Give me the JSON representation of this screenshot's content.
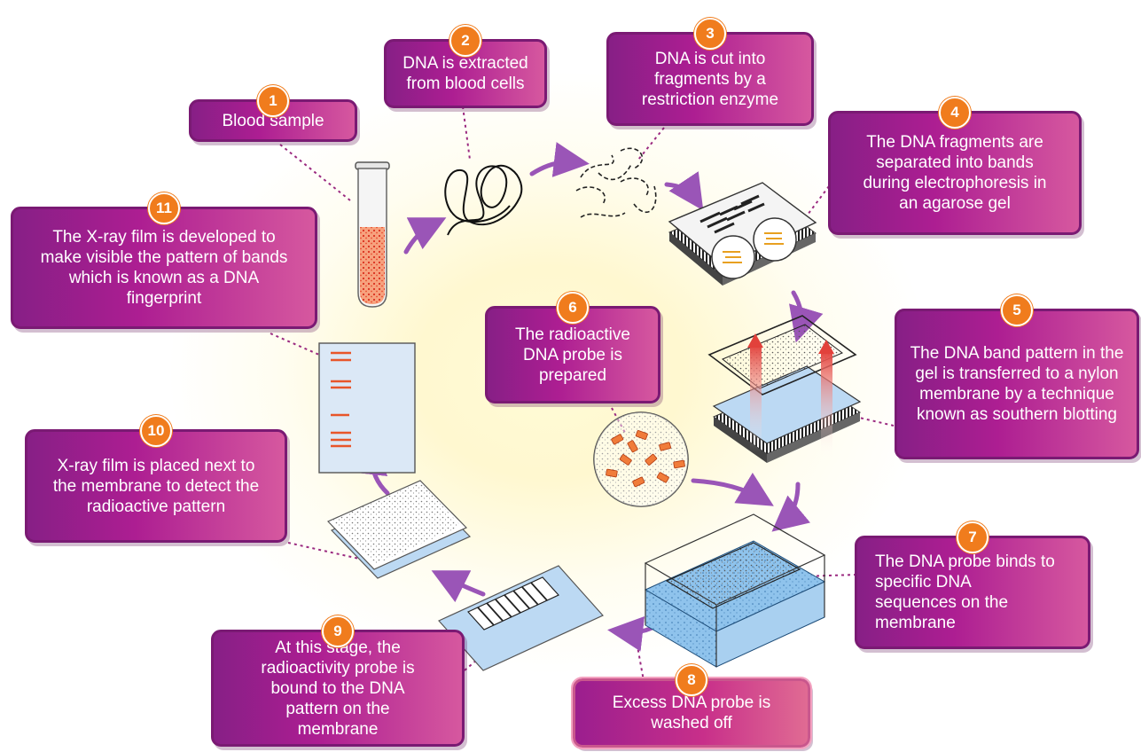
{
  "steps": [
    {
      "number": "1",
      "text": "Blood sample"
    },
    {
      "number": "2",
      "text": "DNA is extracted from blood cells"
    },
    {
      "number": "3",
      "text": "DNA is cut into fragments by a restriction enzyme"
    },
    {
      "number": "4",
      "text": "The DNA fragments are separated into bands during electrophoresis in an agarose gel"
    },
    {
      "number": "5",
      "text": "The DNA band pattern in the gel is transferred to a nylon membrane by a technique known as southern blotting"
    },
    {
      "number": "6",
      "text": "The radioactive DNA probe is prepared"
    },
    {
      "number": "7",
      "text": "The DNA probe binds to specific DNA sequences on the membrane"
    },
    {
      "number": "8",
      "text": "Excess DNA probe is washed off"
    },
    {
      "number": "9",
      "text": "At this stage, the radioactivity probe is bound to the DNA pattern on the membrane"
    },
    {
      "number": "10",
      "text": "X-ray film is placed next to the membrane to detect the radioactive pattern"
    },
    {
      "number": "11",
      "text": "The X-ray film is developed to make visible the pattern of bands which is known as a DNA fingerprint"
    }
  ],
  "colors": {
    "box": "#ad1e92",
    "badge": "#f07c1d",
    "arrow": "#9a55b7",
    "band": "#e8552a",
    "membrane": "#bcd9f3"
  }
}
